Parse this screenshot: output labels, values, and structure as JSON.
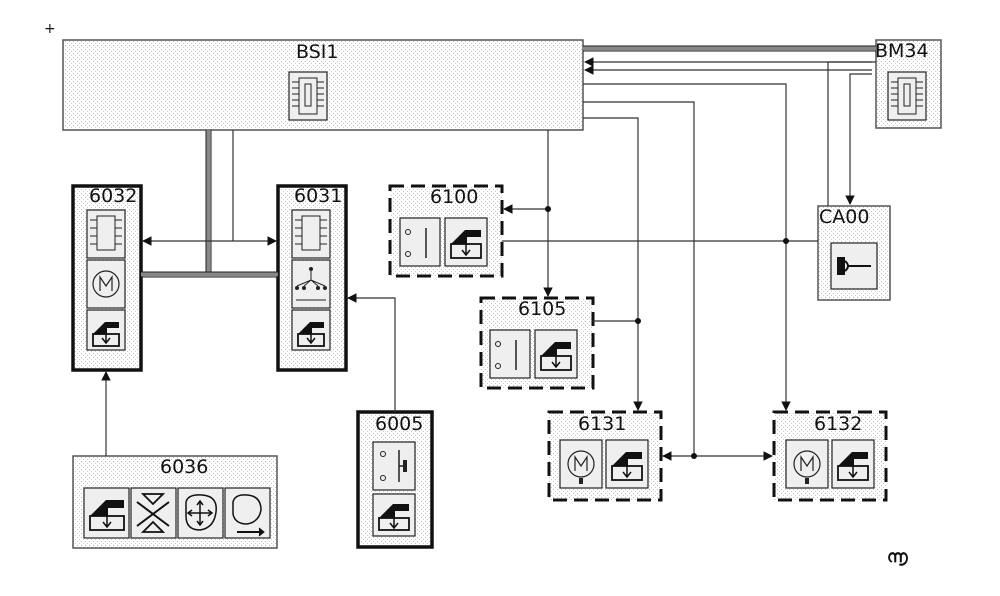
{
  "modules": {
    "bsi1": "BSI1",
    "bm34": "BM34",
    "m6032": "6032",
    "m6031": "6031",
    "m6100": "6100",
    "ca00": "CA00",
    "m6105": "6105",
    "m6005": "6005",
    "m6131": "6131",
    "m6132": "6132",
    "m6036": "6036"
  },
  "corner_mark": "+",
  "page_mark": "൬",
  "icons": {
    "ecu": "ecu-chip-icon",
    "motor": "motor-icon",
    "actuator": "actuator-icon",
    "switch": "switch-icon",
    "key": "key-icon",
    "network": "network-tree-icon",
    "no_cross": "no-cross-icon",
    "move_arrows": "move-arrows-icon",
    "seat_return": "seat-return-icon"
  },
  "colors": {
    "wire": "#333333",
    "bus": "#888888",
    "box_fill_dots": "#bbbbbb",
    "border": "#111111"
  }
}
